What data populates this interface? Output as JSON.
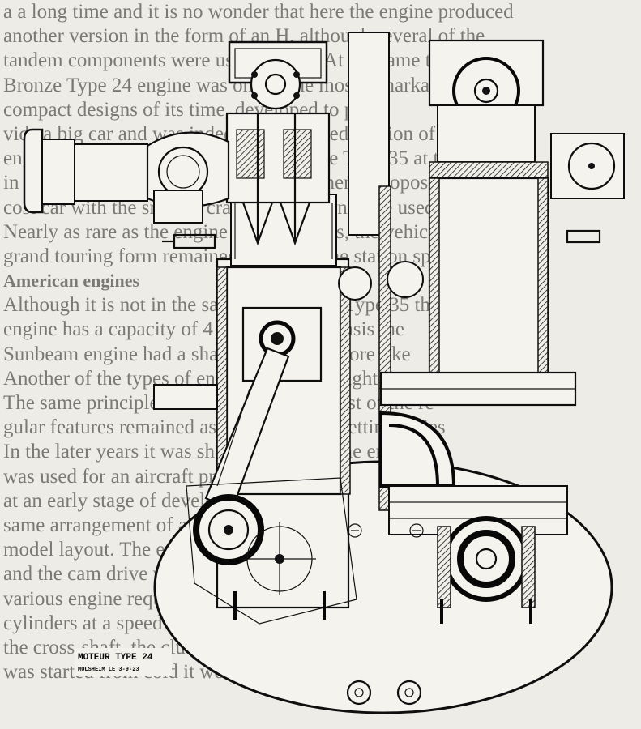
{
  "background_text": [
    "a a long time and it is no wonder that here the engine produced",
    "another version in the form of an H, although several of the",
    "tandem components were used in both. At the same time the",
    "Bronze Type 24 engine was one of the most remarkable",
    "compact designs of its time, developed to pro-",
    "vide a big car and was indeed an advanced version of the",
    "engine. The basic layout was used for the Type 35 at that time",
    "in the 1926 period, based on what was then a proposed low",
    "cost car with the smaller crankcase pattern to be used",
    "Nearly as rare as the engine itself was this, the vehicle, but what",
    "grand touring form remained as the engine station special",
    "American engines",
    "Although it is not in the same class as the Type 35 they",
    "engine has a capacity of 4 litres and as a basis the",
    "Sunbeam engine had a shape which was more like",
    "Another of the types of engine was the Wright-Patterson",
    "The same principle was used later, and most of the re-",
    "gular features remained as in the original setting series",
    "In the later years it was shown that the same engine",
    "was used for an aircraft project but this was dropped",
    "at an early stage of development and later they used the",
    "same arrangement of a 1.5 litre engine as was the base",
    "model layout. The engine was improved in a variety of ways",
    "and the cam drive was altered from time to time to suit",
    "various engine requirements of the period at its best",
    "cylinders at a speed has been about the same time as",
    "the cross-shaft, the clutch is particularly simple, and if it",
    "was started from cold it would run freely at full speed"
  ],
  "drawing_title": {
    "line1": "MOTEUR  TYPE 24",
    "line2": "MOLSHEIM  LE 3-9-23"
  },
  "colors": {
    "paper": "#eeece6",
    "ink": "#0e0e0e"
  }
}
